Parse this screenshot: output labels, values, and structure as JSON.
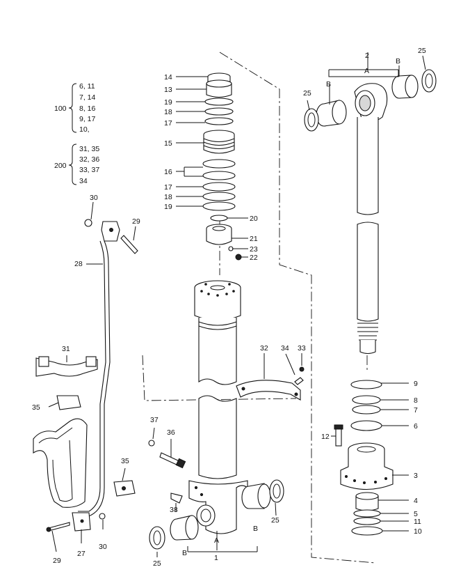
{
  "groups": {
    "g100": {
      "id": "100",
      "lines": [
        "6, 11",
        "7, 14",
        "8, 16",
        "9, 17",
        "10,"
      ]
    },
    "g200": {
      "id": "200",
      "lines": [
        "31, 35",
        "32, 36",
        "33, 37",
        "34"
      ]
    }
  },
  "callouts": {
    "c14": "14",
    "c13": "13",
    "c19a": "19",
    "c18a": "18",
    "c17a": "17",
    "c15": "15",
    "c16": "16",
    "c17b": "17",
    "c18b": "18",
    "c19b": "19",
    "c20": "20",
    "c21": "21",
    "c23": "23",
    "c22": "22",
    "c2": "2",
    "c2A": "A",
    "c2B1": "B",
    "c2B2": "B",
    "c25a": "25",
    "c25b": "25",
    "c30a": "30",
    "c29a": "29",
    "c28": "28",
    "c31": "31",
    "c32": "32",
    "c34": "34",
    "c33": "33",
    "c35a": "35",
    "c9": "9",
    "c8": "8",
    "c7": "7",
    "c6": "6",
    "c12": "12",
    "c3": "3",
    "c4": "4",
    "c5": "5",
    "c11": "11",
    "c10": "10",
    "c37": "37",
    "c36": "36",
    "c35b": "35",
    "c38": "38",
    "c25c": "25",
    "c25d": "25",
    "c1": "1",
    "c1A": "A",
    "c1B1": "B",
    "c1B2": "B",
    "c29b": "29",
    "c27": "27",
    "c30b": "30"
  }
}
